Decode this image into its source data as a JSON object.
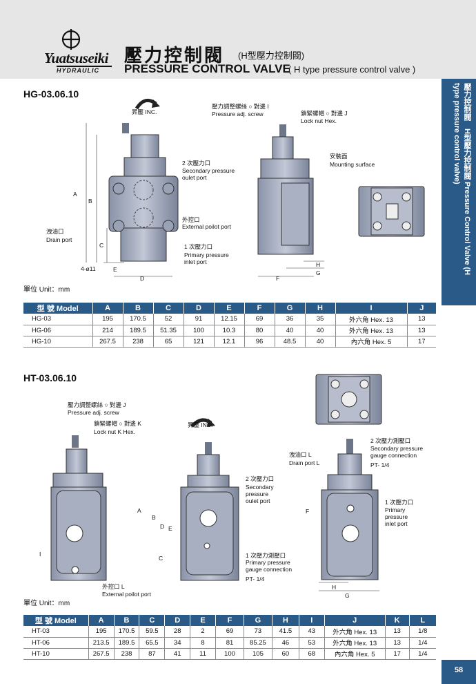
{
  "header": {
    "logo_text": "Yuatsuseiki",
    "logo_sub": "HYDRAULIC",
    "title_cn": "壓力控制閥",
    "title_cn_sub": "(H型壓力控制閥)",
    "title_en": "PRESSURE CONTROL VALVE",
    "title_en_sub": "( H type pressure control valve )"
  },
  "side_tab": {
    "text": "壓力控制閥　H型壓力控制閥 Pressure Control Valve (H type pressure control valve)"
  },
  "hg": {
    "title": "HG-03.06.10",
    "labels": {
      "inc": "昇壓 INC.",
      "adj_cn": "壓力調整螺絲 ○ 對邊 I",
      "adj_en": "Pressure adj. screw",
      "lock_cn": "鎖緊螺帽 ○ 對邊 J",
      "lock_en": "Lock nut Hex.",
      "mount_cn": "安裝面",
      "mount_en": "Mounting surface",
      "sec_cn": "2 次壓力口",
      "sec_en1": "Secondary pressure",
      "sec_en2": "oulet port",
      "ext_cn": "外控口",
      "ext_en": "External poilot port",
      "pri_cn": "1 次壓力口",
      "pri_en1": "Primary pressure",
      "pri_en2": "inlet port",
      "drain_cn": "洩油口",
      "drain_en": "Drain port",
      "holes": "4-ø11",
      "A": "A",
      "B": "B",
      "C": "C",
      "D": "D",
      "E": "E",
      "F": "F",
      "G": "G",
      "H": "H"
    },
    "unit": "單位 Unit：mm",
    "headers": [
      "型 號 Model",
      "A",
      "B",
      "C",
      "D",
      "E",
      "F",
      "G",
      "H",
      "I",
      "J"
    ],
    "rows": [
      [
        "HG-03",
        "195",
        "170.5",
        "52",
        "91",
        "12.15",
        "69",
        "36",
        "35",
        "外六角 Hex. 13",
        "13"
      ],
      [
        "HG-06",
        "214",
        "189.5",
        "51.35",
        "100",
        "10.3",
        "80",
        "40",
        "40",
        "外六角 Hex. 13",
        "13"
      ],
      [
        "HG-10",
        "267.5",
        "238",
        "65",
        "121",
        "12.1",
        "96",
        "48.5",
        "40",
        "內六角 Hex. 5",
        "17"
      ]
    ]
  },
  "ht": {
    "title": "HT-03.06.10",
    "labels": {
      "adj_cn": "壓力調整螺絲 ○ 對邊 J",
      "adj_en": "Pressure adj. screw",
      "lock_cn": "鎖緊螺帽 ○ 對邊 K",
      "lock_en": "Lock nut K Hex.",
      "inc": "昇壓 INC.",
      "sec_cn": "2 次壓力口",
      "sec_en1": "Secondary",
      "sec_en2": "pressure",
      "sec_en3": "oulet port",
      "gauge1_cn": "1 次壓力測壓口",
      "gauge1_en1": "Primary pressure",
      "gauge1_en2": "gauge connection",
      "gauge1_pt": "PT- 1/4",
      "ext_cn": "外控口 L",
      "ext_en": "External poilot port",
      "drain_cn": "洩油口 L",
      "drain_en": "Drain port L",
      "gauge2_cn": "2 次壓力測壓口",
      "gauge2_en1": "Secondary pressure",
      "gauge2_en2": "gauge connection",
      "gauge2_pt": "PT- 1/4",
      "pri_cn": "1 次壓力口",
      "pri_en1": "Primary",
      "pri_en2": "pressure",
      "pri_en3": "inlet port",
      "A": "A",
      "B": "B",
      "C": "C",
      "D": "D",
      "E": "E",
      "F": "F",
      "G": "G",
      "H": "H",
      "I": "I"
    },
    "unit": "單位 Unit：mm",
    "headers": [
      "型 號 Model",
      "A",
      "B",
      "C",
      "D",
      "E",
      "F",
      "G",
      "H",
      "I",
      "J",
      "K",
      "L"
    ],
    "rows": [
      [
        "HT-03",
        "195",
        "170.5",
        "59.5",
        "28",
        "2",
        "69",
        "73",
        "41.5",
        "43",
        "外六角 Hex. 13",
        "13",
        "1/8"
      ],
      [
        "HT-06",
        "213.5",
        "189.5",
        "65.5",
        "34",
        "8",
        "81",
        "85.25",
        "46",
        "53",
        "外六角 Hex. 13",
        "13",
        "1/4"
      ],
      [
        "HT-10",
        "267.5",
        "238",
        "87",
        "41",
        "11",
        "100",
        "105",
        "60",
        "68",
        "內六角 Hex. 5",
        "17",
        "1/4"
      ]
    ]
  },
  "page_number": "58"
}
